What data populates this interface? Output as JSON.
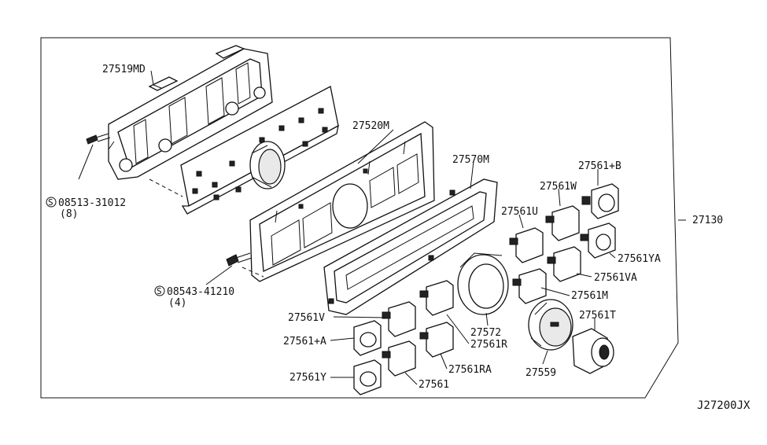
{
  "diagram": {
    "parts": {
      "p27519MD": "27519MD",
      "p27520M": "27520M",
      "p27570M": "27570M",
      "p27130": "27130",
      "p27561B": "27561+B",
      "p27561W": "27561W",
      "p27561U": "27561U",
      "p27561YA": "27561YA",
      "p27561VA": "27561VA",
      "p27561M": "27561M",
      "p27561T": "27561T",
      "p27572": "27572",
      "p27561R": "27561R",
      "p27561RA": "27561RA",
      "p27561": "27561",
      "p27559": "27559",
      "p27561V": "27561V",
      "p27561A": "27561+A",
      "p27561Y": "27561Y"
    },
    "screws": {
      "s1_code": "08513-31012",
      "s1_qty": "(8)",
      "s2_code": "08543-41210",
      "s2_qty": "(4)",
      "symbol": "S"
    },
    "reference": "J27200JX"
  }
}
